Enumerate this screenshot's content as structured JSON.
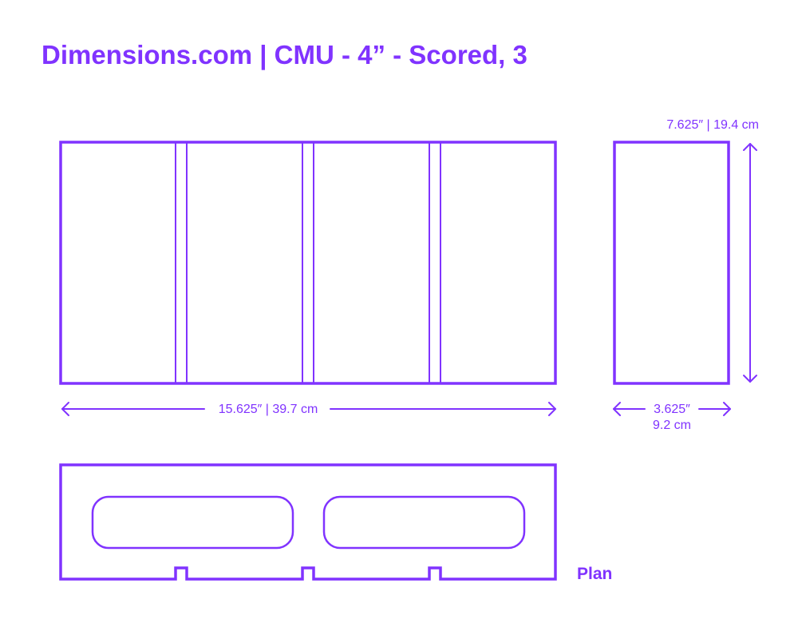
{
  "header": {
    "title": "Dimensions.com | CMU - 4” - Scored, 3"
  },
  "colors": {
    "accent": "#8033ff",
    "background": "#ffffff"
  },
  "elevation_front": {
    "width_label": "15.625″ | 39.7 cm",
    "score_count": 3
  },
  "elevation_side": {
    "height_label": "7.625″ | 19.4 cm",
    "depth_label_in": "3.625″",
    "depth_label_cm": "9.2 cm"
  },
  "plan": {
    "label": "Plan",
    "cores": 2,
    "notches": 3
  }
}
